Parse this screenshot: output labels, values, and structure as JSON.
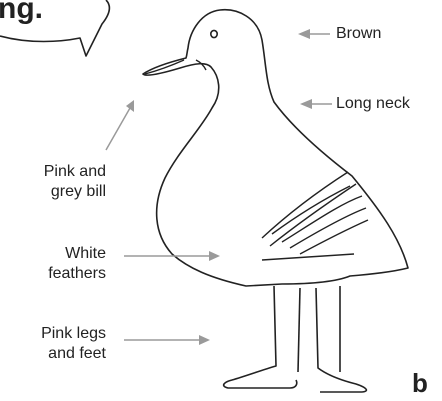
{
  "speech_bubble": {
    "text_fragment": "ng."
  },
  "labels": {
    "brown": "Brown",
    "long_neck": "Long neck",
    "bill": [
      "Pink and",
      "grey bill"
    ],
    "feathers": [
      "White",
      "feathers"
    ],
    "legs": [
      "Pink legs",
      "and feet"
    ]
  },
  "corner_fragment": "b",
  "colors": {
    "ink": "#222222",
    "arrow": "#9a9a9a",
    "background": "#ffffff"
  }
}
